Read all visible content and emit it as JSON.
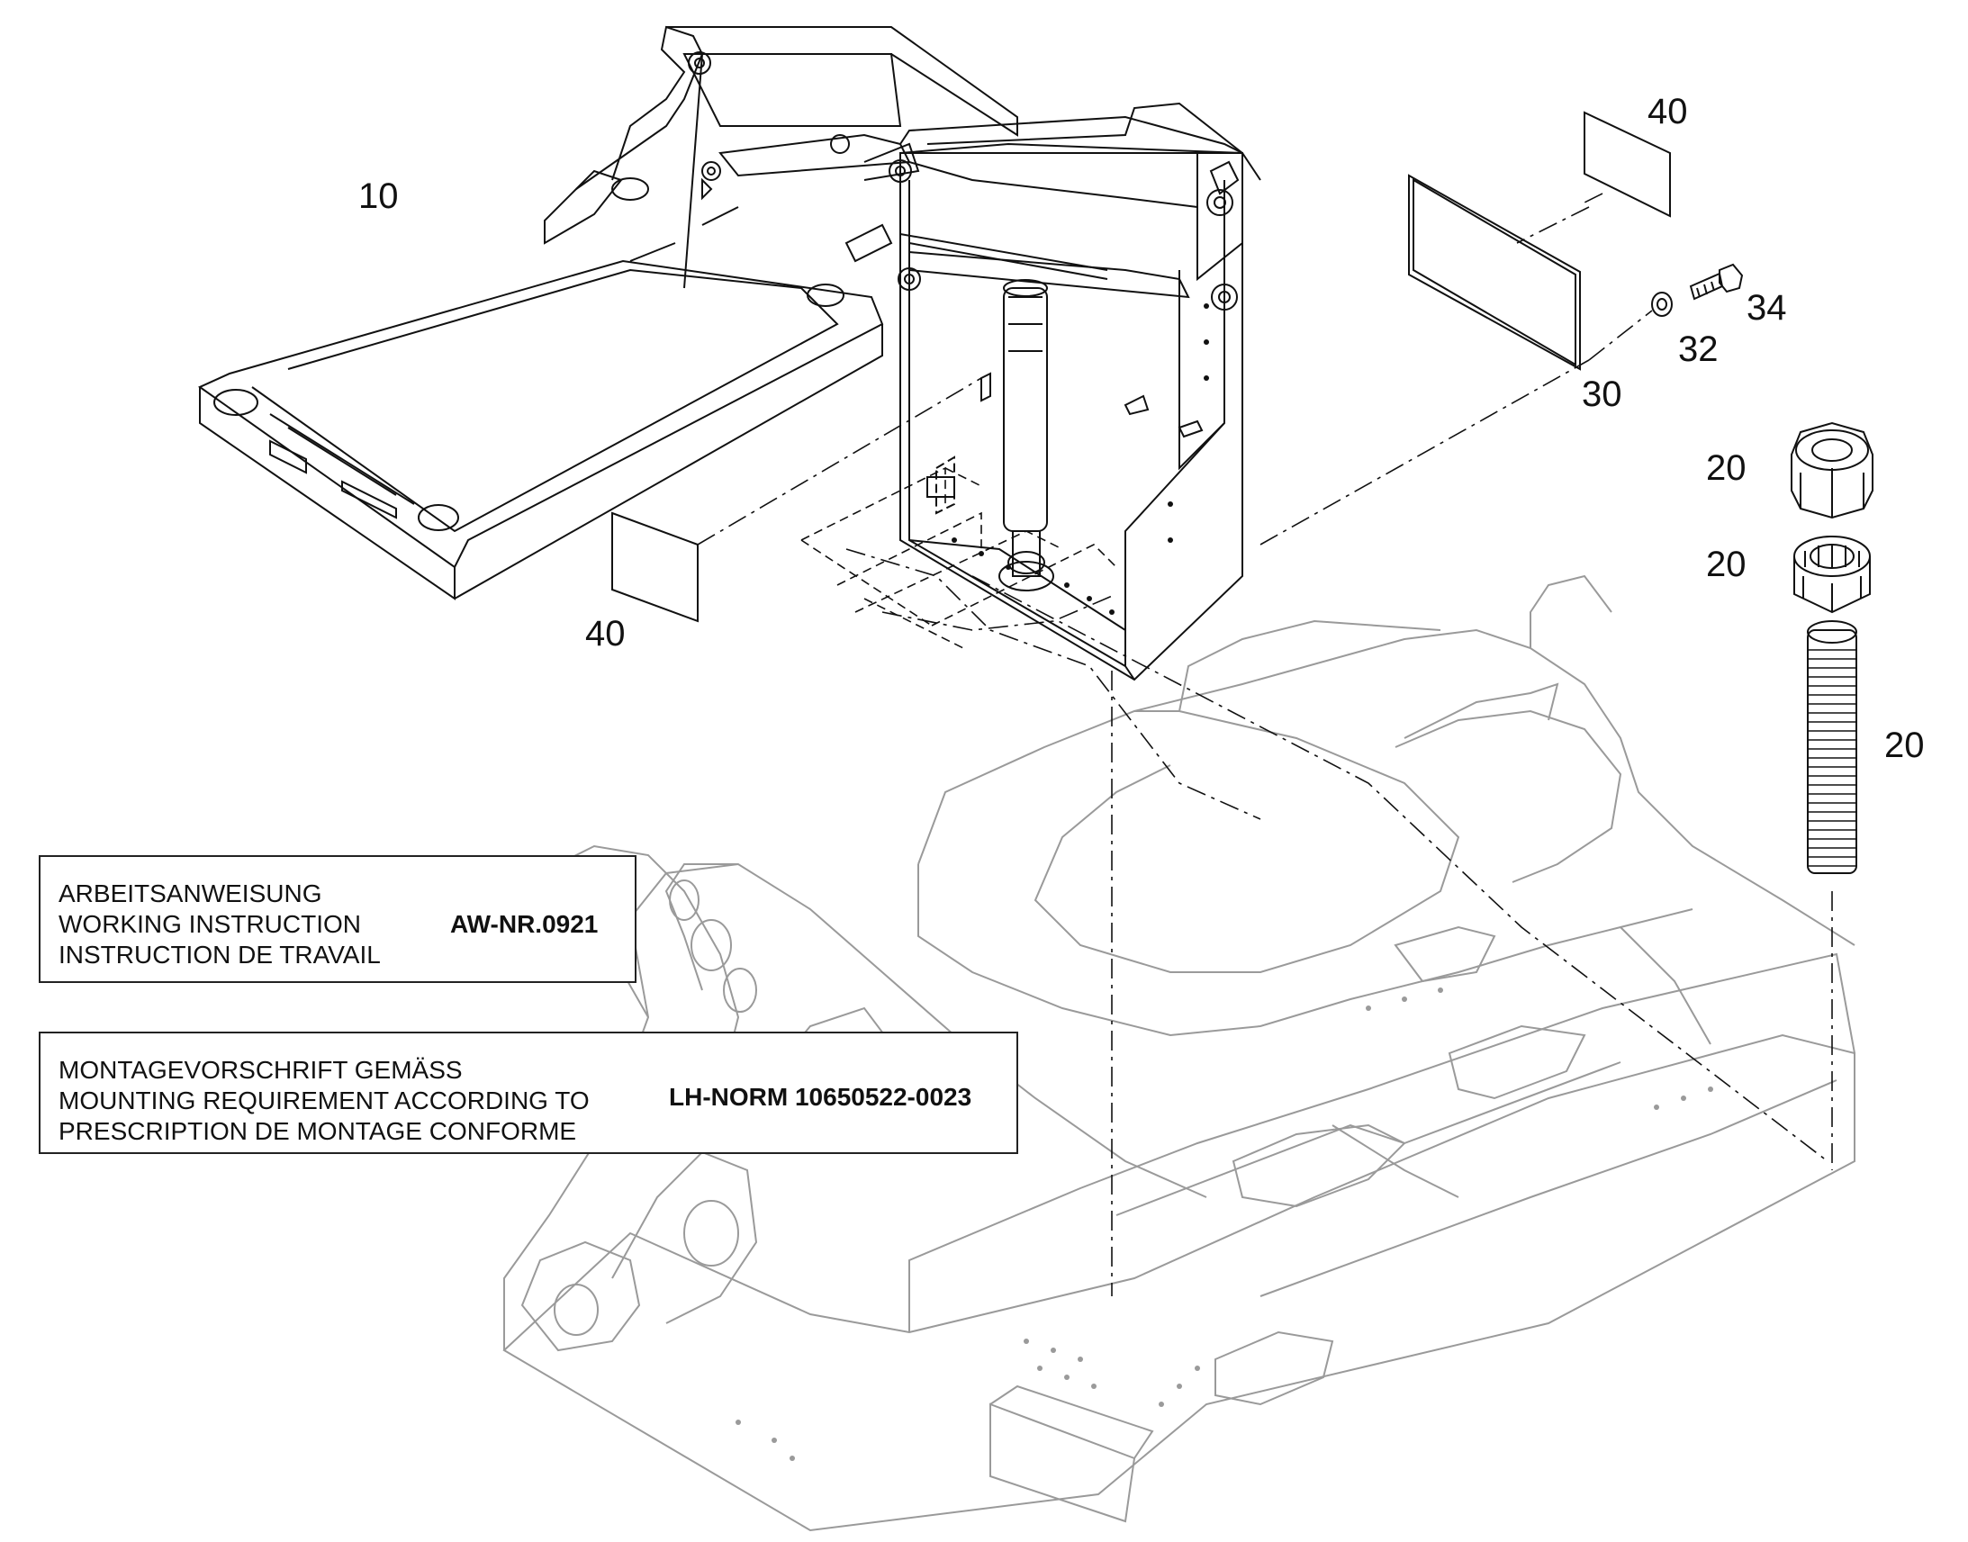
{
  "callouts": {
    "c10": "10",
    "c40_left": "40",
    "c40_right": "40",
    "c30": "30",
    "c32": "32",
    "c34": "34",
    "c20_nut": "20",
    "c20_slotted": "20",
    "c20_rod": "20"
  },
  "working_instruction": {
    "lines": [
      "ARBEITSANWEISUNG",
      "WORKING INSTRUCTION",
      "INSTRUCTION DE TRAVAIL"
    ],
    "reference": "AW-NR.0921"
  },
  "mounting_requirement": {
    "lines": [
      "MONTAGEVORSCHRIFT GEMÄSS",
      "MOUNTING REQUIREMENT ACCORDING TO",
      "PRESCRIPTION DE MONTAGE CONFORME"
    ],
    "reference": "LH-NORM 10650522-0023"
  }
}
